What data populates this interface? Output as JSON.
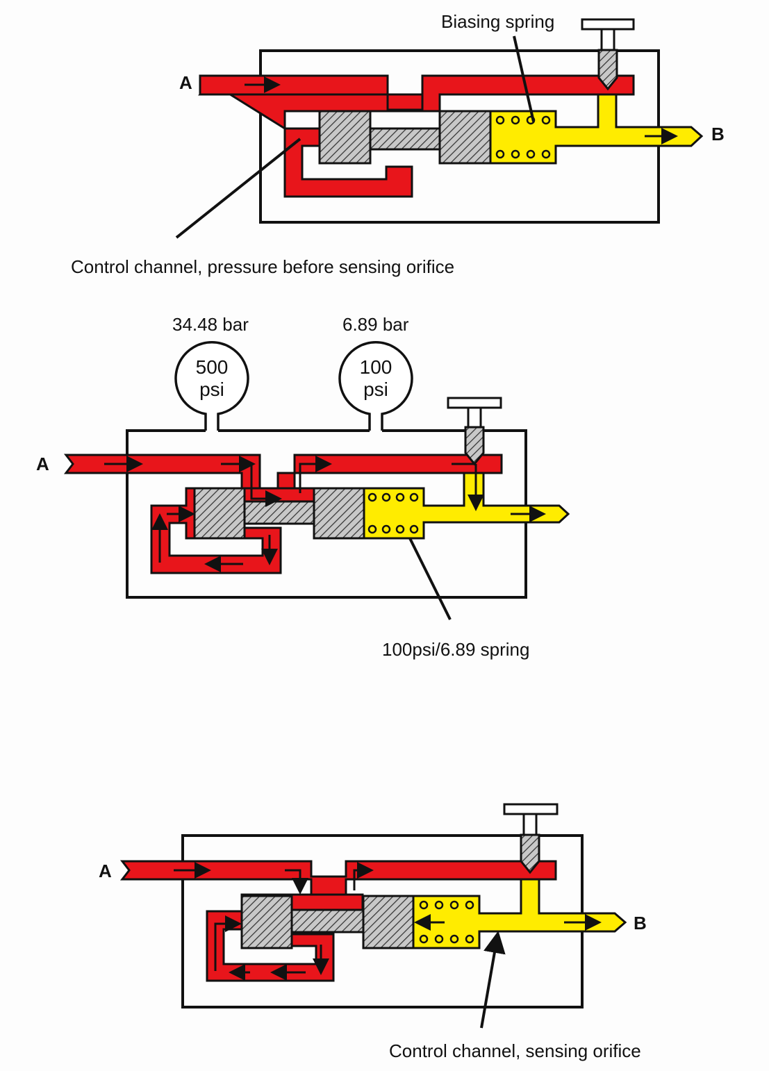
{
  "diagram": {
    "top": {
      "port_in": "A",
      "port_out": "B",
      "biasing_spring_label": "Biasing spring",
      "control_channel_label": "Control channel, pressure before sensing orifice"
    },
    "middle": {
      "port_in": "A",
      "gauge_left": {
        "bar": "34.48 bar",
        "value": "500",
        "unit": "psi"
      },
      "gauge_right": {
        "bar": "6.89 bar",
        "value": "100",
        "unit": "psi"
      },
      "spring_label": "100psi/6.89 spring"
    },
    "bottom": {
      "port_in": "A",
      "port_out": "B",
      "sensing_orifice_label": "Control channel, sensing orifice"
    },
    "colors": {
      "pressure_high": "#e8151b",
      "pressure_low": "#ffec00",
      "spool_hatch": "#bdbdbd"
    }
  }
}
